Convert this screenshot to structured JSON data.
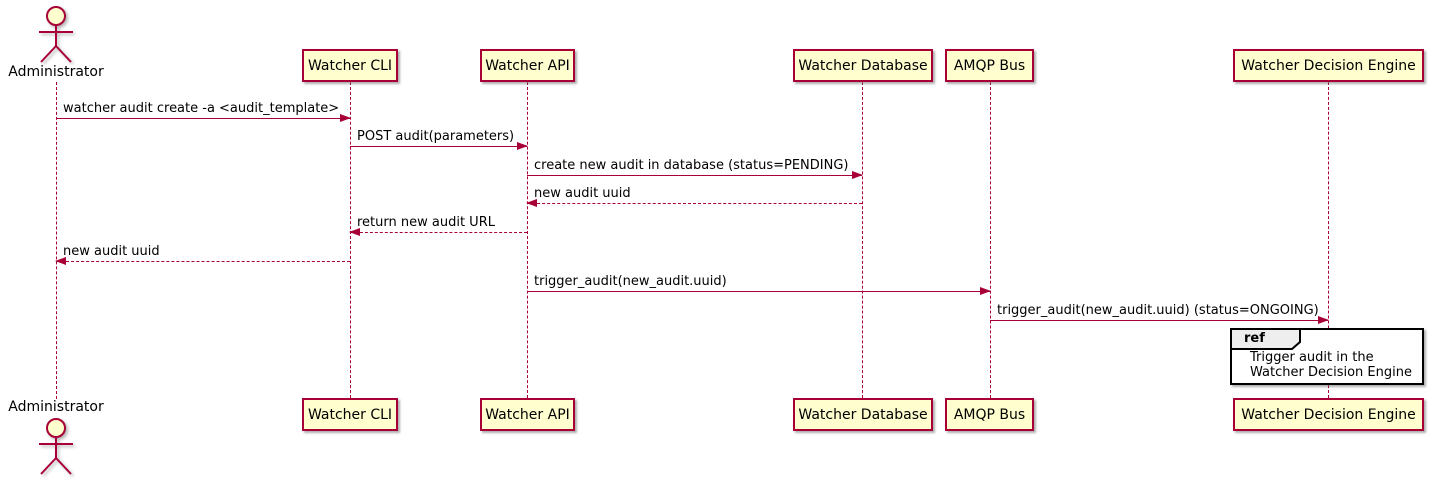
{
  "diagram": {
    "kind": "sequence-diagram",
    "colors": {
      "participant_fill": "#fefece",
      "participant_border": "#a80036",
      "lifeline": "#a80036",
      "arrow": "#a80036",
      "text": "#000000",
      "ref_fill": "#ffffff",
      "ref_border": "#000000",
      "ref_tab_fill": "#eeeeee"
    }
  },
  "actor": {
    "label": "Administrator"
  },
  "participants": [
    {
      "label": "Watcher CLI"
    },
    {
      "label": "Watcher API"
    },
    {
      "label": "Watcher Database"
    },
    {
      "label": "AMQP Bus"
    },
    {
      "label": "Watcher Decision Engine"
    }
  ],
  "messages": [
    {
      "from": "Administrator",
      "to": "Watcher CLI",
      "style": "solid",
      "label": "watcher audit create -a <audit_template>"
    },
    {
      "from": "Watcher CLI",
      "to": "Watcher API",
      "style": "solid",
      "label": "POST audit(parameters)"
    },
    {
      "from": "Watcher API",
      "to": "Watcher Database",
      "style": "solid",
      "label": "create new audit in database (status=PENDING)"
    },
    {
      "from": "Watcher Database",
      "to": "Watcher API",
      "style": "dashed",
      "label": "new audit uuid"
    },
    {
      "from": "Watcher API",
      "to": "Watcher CLI",
      "style": "dashed",
      "label": "return new audit URL"
    },
    {
      "from": "Watcher CLI",
      "to": "Administrator",
      "style": "dashed",
      "label": "new audit uuid"
    },
    {
      "from": "Watcher API",
      "to": "AMQP Bus",
      "style": "solid",
      "label": "trigger_audit(new_audit.uuid)"
    },
    {
      "from": "AMQP Bus",
      "to": "Watcher Decision Engine",
      "style": "solid",
      "label": "trigger_audit(new_audit.uuid) (status=ONGOING)"
    }
  ],
  "ref": {
    "tag": "ref",
    "line1": "Trigger audit in the",
    "line2": "Watcher Decision Engine"
  }
}
